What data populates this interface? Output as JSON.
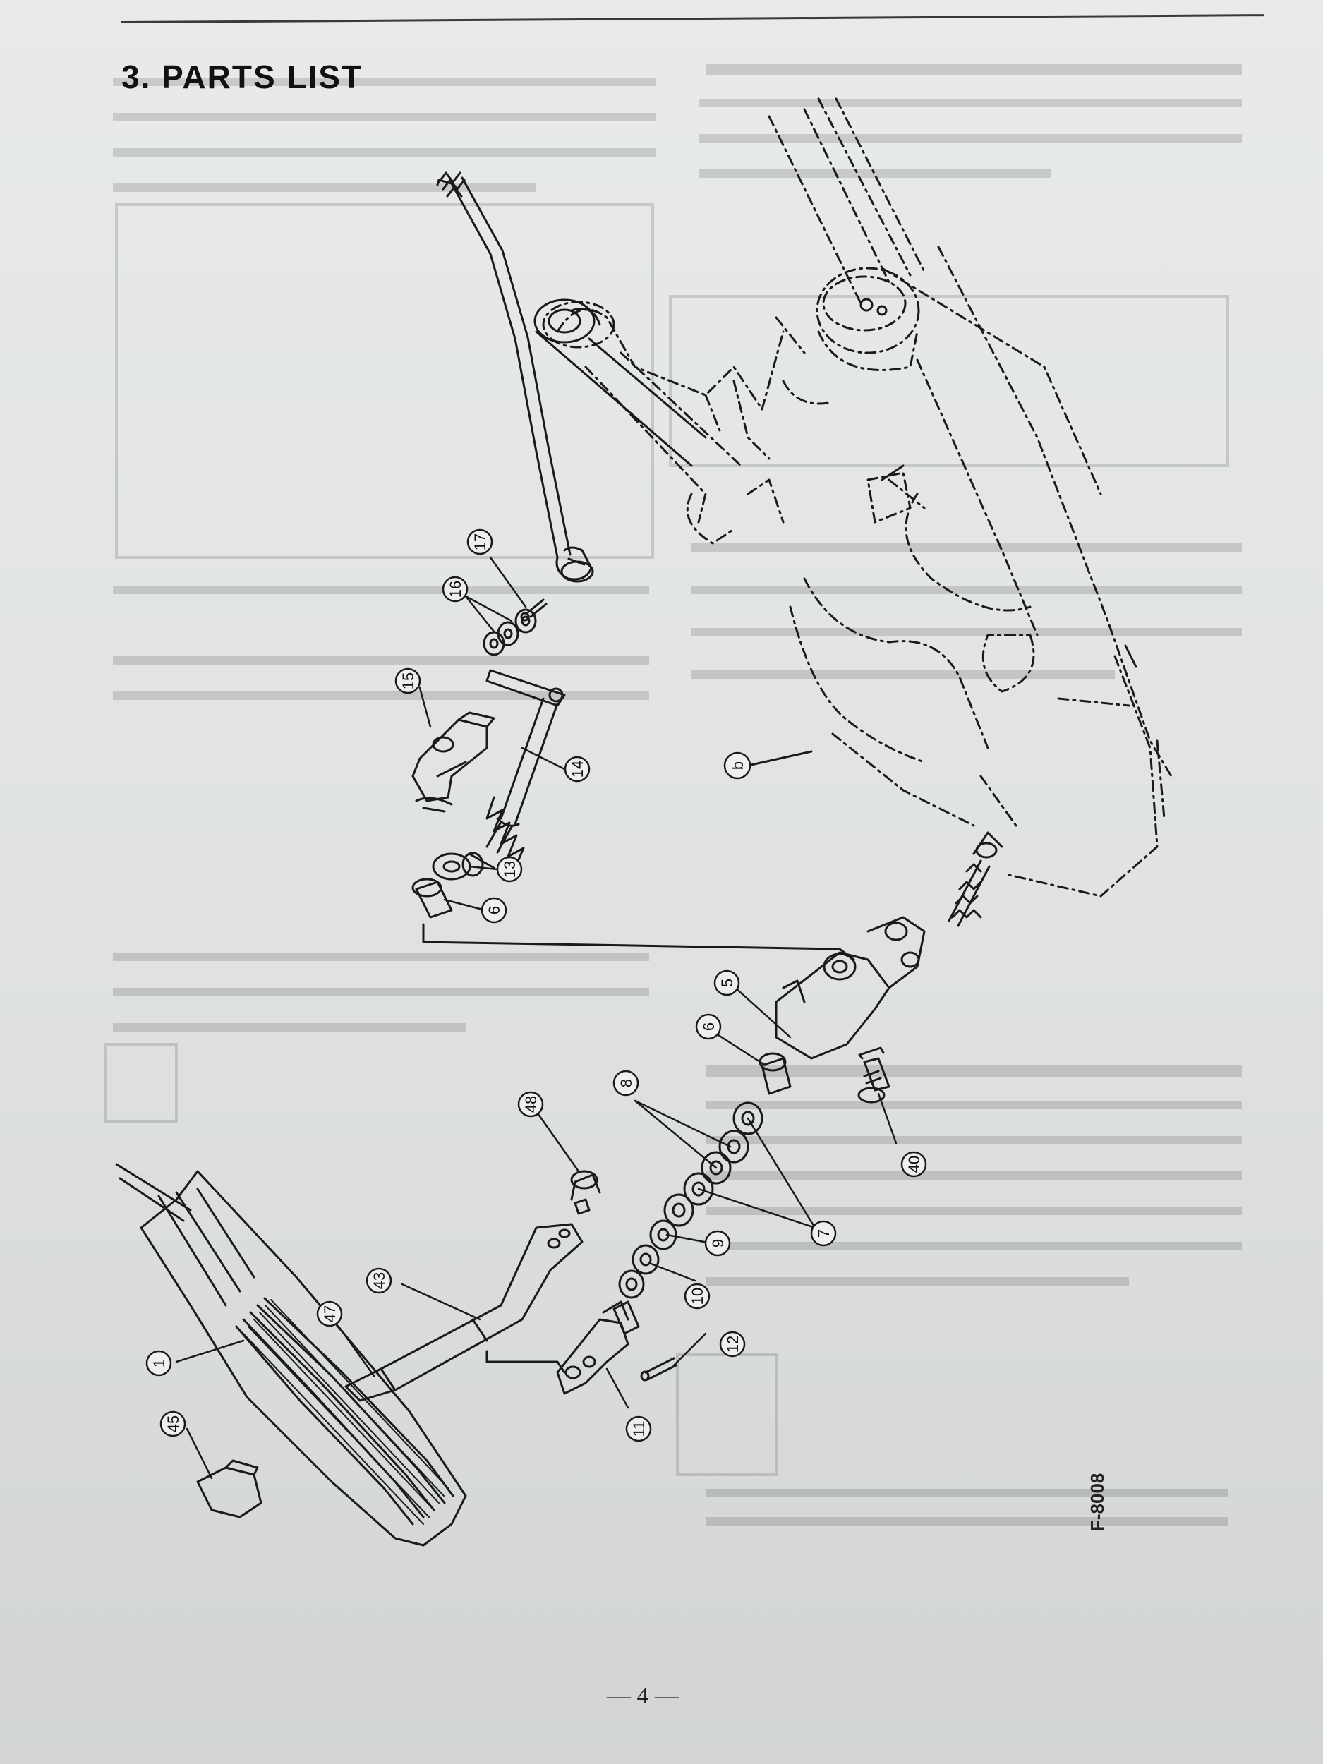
{
  "page": {
    "heading": "3. PARTS LIST",
    "page_number": "— 4 —",
    "figure_code": "F-8008"
  },
  "callouts": [
    "17",
    "16",
    "15",
    "14",
    "13",
    "6",
    "5",
    "6",
    "8",
    "7",
    "9",
    "10",
    "12",
    "11",
    "40",
    "48",
    "43",
    "47",
    "1",
    "45",
    "b"
  ]
}
